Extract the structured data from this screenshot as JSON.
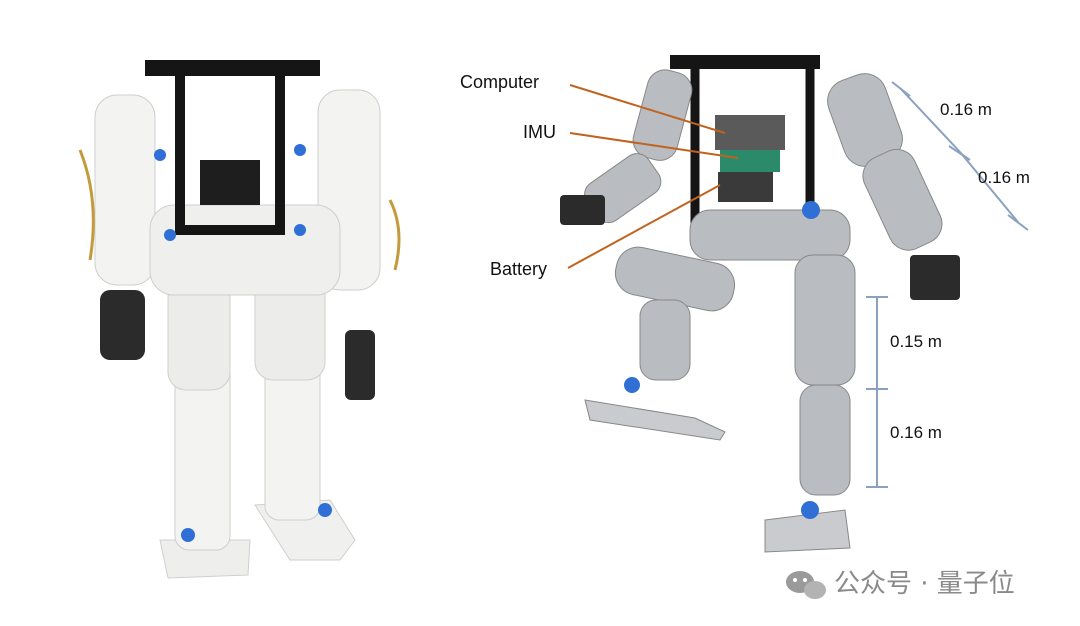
{
  "annotations": {
    "computer": "Computer",
    "imu": "IMU",
    "battery": "Battery"
  },
  "dimensions": {
    "upper_arm": "0.16 m",
    "forearm": "0.16 m",
    "thigh": "0.15 m",
    "shin": "0.16 m"
  },
  "watermark": {
    "text": "公众号 · 量子位",
    "icon": "wechat-icon"
  },
  "colors": {
    "leader_line": "#c0631e",
    "dimension_line": "#8aa2bf",
    "frame": "#151515",
    "robot_white": "#f3f3f1",
    "robot_gray": "#b9bcc0",
    "servo_dark": "#2b2b2b",
    "accent_blue": "#2f6fd6"
  }
}
